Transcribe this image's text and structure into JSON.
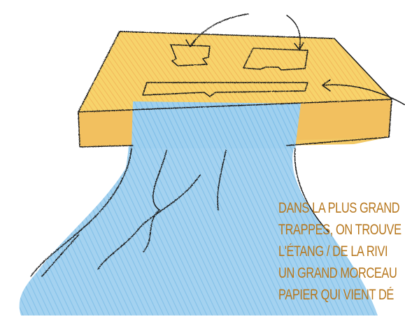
{
  "caption": {
    "lines": [
      "Dans la plus grand",
      "trappes, on trouve",
      "l'étang / de la rivi",
      "un grand morceau",
      "papier qui vient dé"
    ]
  },
  "colors": {
    "wood_fill": "#f7d36b",
    "wood_shade": "#f0a94e",
    "water_fill": "#8fc7ea",
    "water_dark": "#5aa7da",
    "ink": "#1d1d1d",
    "caption_text": "#b7771d"
  }
}
